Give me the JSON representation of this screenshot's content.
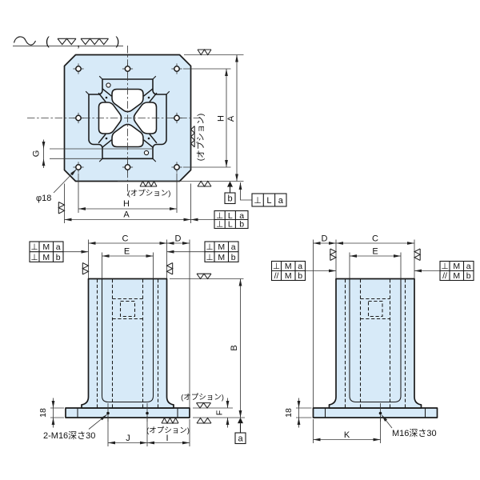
{
  "drawing": {
    "type": "technical-drawing",
    "views": [
      "top-view",
      "front-view",
      "side-view"
    ]
  },
  "note": {
    "lparen": "(",
    "comma": ",",
    "rparen": ")",
    "grade_mid": "▽▽",
    "grade_fine": "▽▽▽"
  },
  "labels": {
    "A": "A",
    "B": "B",
    "C": "C",
    "D": "D",
    "E": "E",
    "F": "F",
    "G": "G",
    "H": "H",
    "I": "I",
    "J": "J",
    "K": "K",
    "thickness": "18",
    "dia": "φ18",
    "tap2": "2-M16深さ30",
    "tap": "M16深さ30",
    "option": "(オプション)"
  },
  "datum": {
    "a": "a",
    "b": "b"
  },
  "gdt": {
    "perp": "⊥",
    "para": "//",
    "L": "L",
    "M": "M",
    "a": "a",
    "b": "b"
  },
  "colors": {
    "part_fill": "#d7eaf8",
    "line": "#1a1a1a",
    "dim_line": "#3a3a3a",
    "background": "#ffffff"
  }
}
